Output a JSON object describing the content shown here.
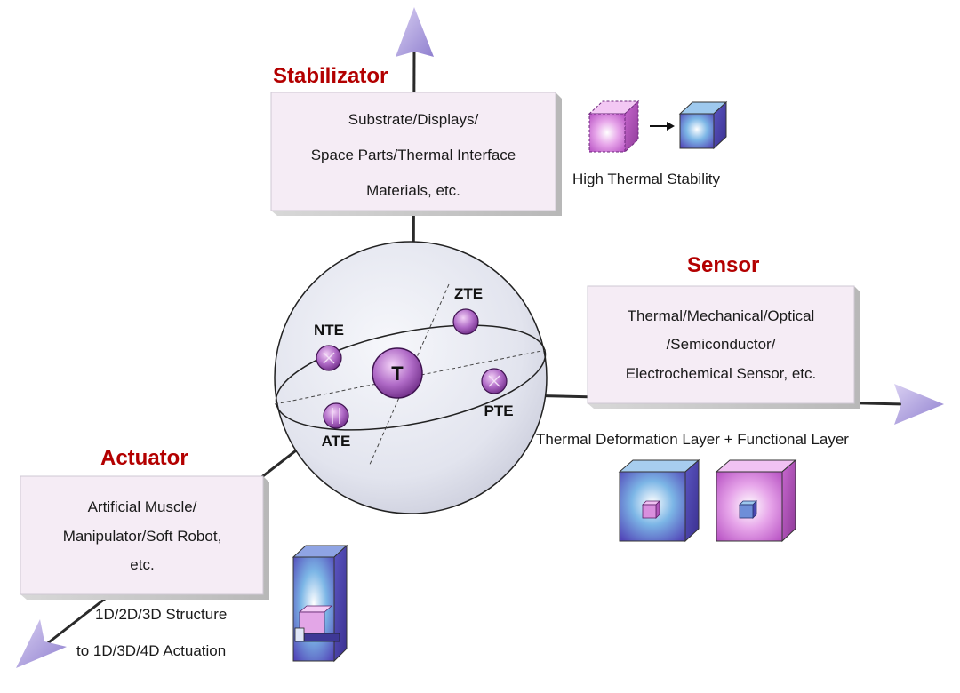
{
  "colors": {
    "title": "#b30000",
    "box_fill": "#f5ecf5",
    "box_edge": "#c8c8c8",
    "axis": "#2a2a2a",
    "arrow_head": "#9f90d6",
    "sphere": "#dfe1ee",
    "node": "#8a3fa0"
  },
  "stabilizator": {
    "title": "Stabilizator",
    "lines": [
      "Substrate/Displays/",
      "Space Parts/Thermal Interface",
      "Materials, etc."
    ],
    "caption": "High Thermal Stability",
    "icons": [
      "dashed-cube-icon",
      "arrow-right-icon",
      "solid-cube-icon"
    ]
  },
  "sensor": {
    "title": "Sensor",
    "lines": [
      "Thermal/Mechanical/Optical",
      "/Semiconductor/",
      "Electrochemical Sensor, etc."
    ],
    "caption": "Thermal Deformation Layer + Functional Layer",
    "icons": [
      "blue-layered-cube-icon",
      "pink-layered-cube-icon"
    ]
  },
  "actuator": {
    "title": "Actuator",
    "lines": [
      "Artificial Muscle/",
      "Manipulator/Soft Robot,",
      "etc."
    ],
    "caption_lines": [
      "1D/2D/3D Structure",
      "to 1D/3D/4D Actuation"
    ],
    "icons": [
      "actuator-block-icon"
    ]
  },
  "sphere": {
    "center": "T",
    "nodes": [
      "NTE",
      "ZTE",
      "PTE",
      "ATE"
    ]
  }
}
